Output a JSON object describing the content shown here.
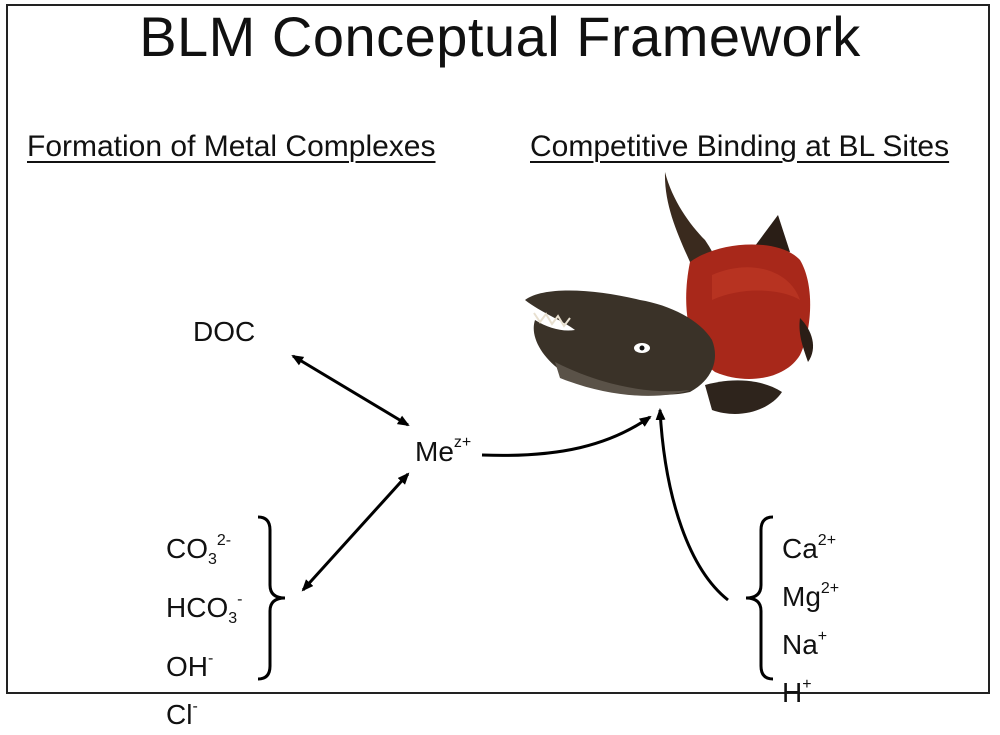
{
  "title": "BLM Conceptual Framework",
  "headings": {
    "left": "Formation of Metal Complexes",
    "right": "Competitive Binding at BL Sites"
  },
  "nodes": {
    "doc": "DOC",
    "metal": {
      "base": "Me",
      "charge": "z+"
    }
  },
  "left_ligands": [
    {
      "pre": "CO",
      "sub": "3",
      "sup": "2-"
    },
    {
      "pre": "HCO",
      "sub": "3",
      "sup": "-"
    },
    {
      "pre": "OH",
      "sub": "",
      "sup": "-"
    },
    {
      "pre": "Cl",
      "sub": "",
      "sup": "-"
    }
  ],
  "right_cations": [
    {
      "pre": "Ca",
      "sub": "",
      "sup": "2+"
    },
    {
      "pre": "Mg",
      "sub": "",
      "sup": "2+"
    },
    {
      "pre": "Na",
      "sub": "",
      "sup": "+"
    },
    {
      "pre": "H",
      "sub": "",
      "sup": "+"
    }
  ],
  "illustration": {
    "icon": "fish-icon",
    "body_color": "#a8281a",
    "head_color": "#3a3228"
  }
}
